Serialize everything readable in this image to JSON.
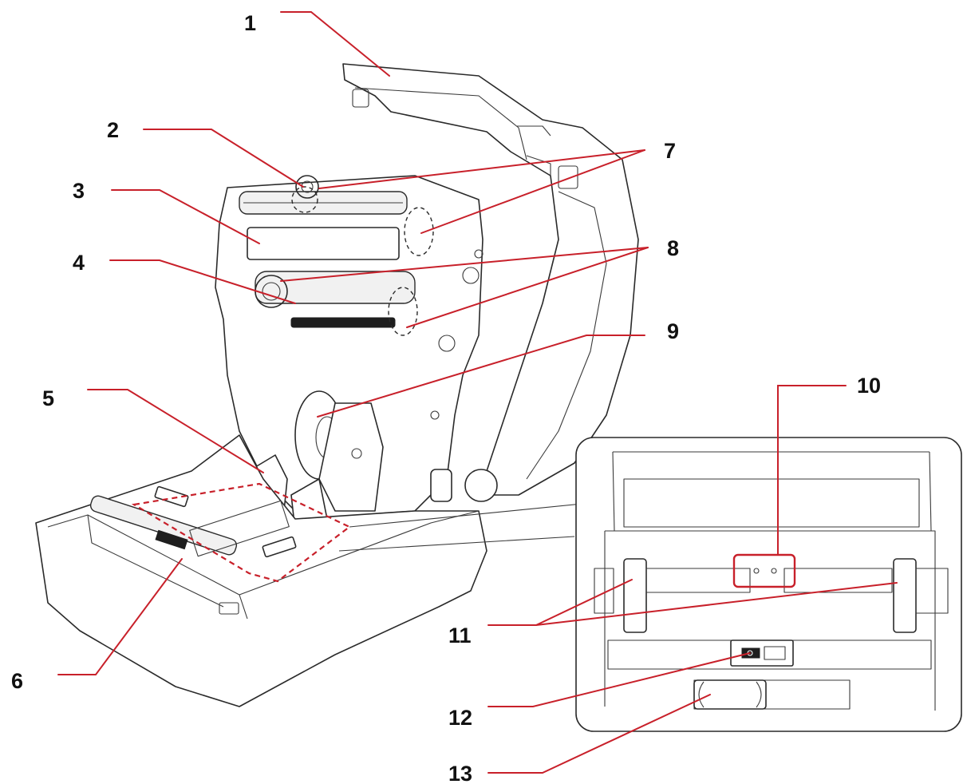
{
  "labels": [
    {
      "id": 1,
      "text": "1"
    },
    {
      "id": 2,
      "text": "2"
    },
    {
      "id": 3,
      "text": "3"
    },
    {
      "id": 4,
      "text": "4"
    },
    {
      "id": 5,
      "text": "5"
    },
    {
      "id": 6,
      "text": "6"
    },
    {
      "id": 7,
      "text": "7"
    },
    {
      "id": 8,
      "text": "8"
    },
    {
      "id": 9,
      "text": "9"
    },
    {
      "id": 10,
      "text": "10"
    },
    {
      "id": 11,
      "text": "11"
    },
    {
      "id": 12,
      "text": "12"
    },
    {
      "id": 13,
      "text": "13"
    }
  ],
  "colors": {
    "leader": "#c8202a",
    "ink": "#2a2a2a",
    "background": "#ffffff"
  }
}
